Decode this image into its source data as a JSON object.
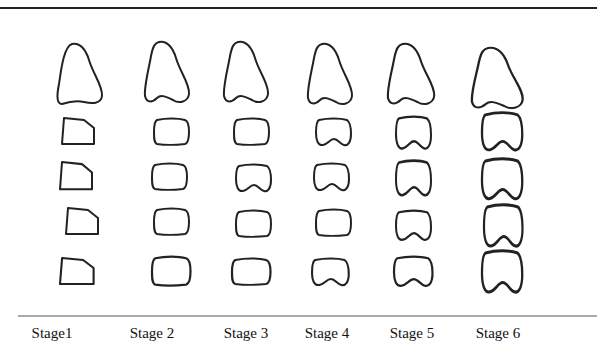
{
  "diagram": {
    "labels": [
      "Stage1",
      "Stage 2",
      "Stage 3",
      "Stage 4",
      "Stage 5",
      "Stage 6"
    ]
  }
}
